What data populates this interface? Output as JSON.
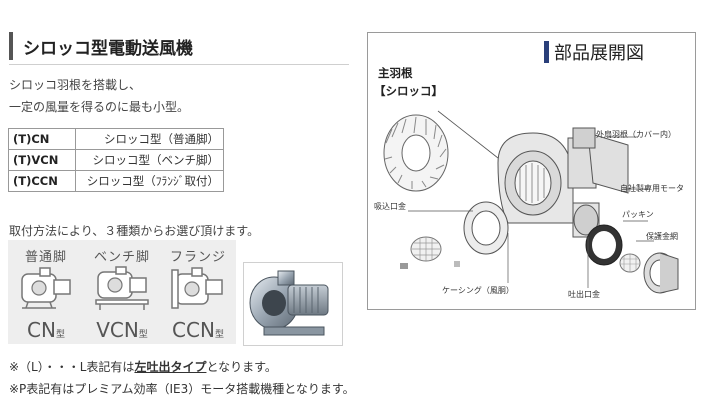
{
  "heading": {
    "title": "シロッコ型電動送風機"
  },
  "intro": {
    "line1": "シロッコ羽根を搭載し、",
    "line2": "一定の風量を得るのに最も小型。"
  },
  "types": [
    {
      "code": "(T)CN",
      "desc": "シロッコ型（普通脚）"
    },
    {
      "code": "(T)VCN",
      "desc": "シロッコ型（ベンチ脚）"
    },
    {
      "code": "(T)CCN",
      "desc": "シロッコ型（ﾌﾗﾝｼﾞ取付）"
    }
  ],
  "mount_note": "取付方法により、３種類からお選び頂けます。",
  "mounts": [
    {
      "label": "普通脚",
      "name": "CN",
      "suffix": "型"
    },
    {
      "label": "ベンチ脚",
      "name": "VCN",
      "suffix": "型"
    },
    {
      "label": "フランジ",
      "name": "CCN",
      "suffix": "型"
    }
  ],
  "notes": {
    "note1_prefix": "※（L）・・・L表記有は",
    "note1_bold": "左吐出タイプ",
    "note1_suffix": "となります。",
    "note2": "※P表記有はプレミアム効率（IE3）モータ搭載機種となります。"
  },
  "diagram": {
    "title": "部品展開図",
    "impeller_label": "主羽根",
    "impeller_sub": "【シロッコ】",
    "parts": {
      "outer_blade": "外扇羽根（カバー内）",
      "motor": "自社製専用モータ",
      "inlet": "吸込口金",
      "packing": "パッキン",
      "guard": "保護金網",
      "casing": "ケーシング（風胴）",
      "outlet": "吐出口金"
    }
  },
  "colors": {
    "accent": "#2a3f7a",
    "heading_bar": "#555555",
    "mount_bg": "#eeeeee"
  }
}
